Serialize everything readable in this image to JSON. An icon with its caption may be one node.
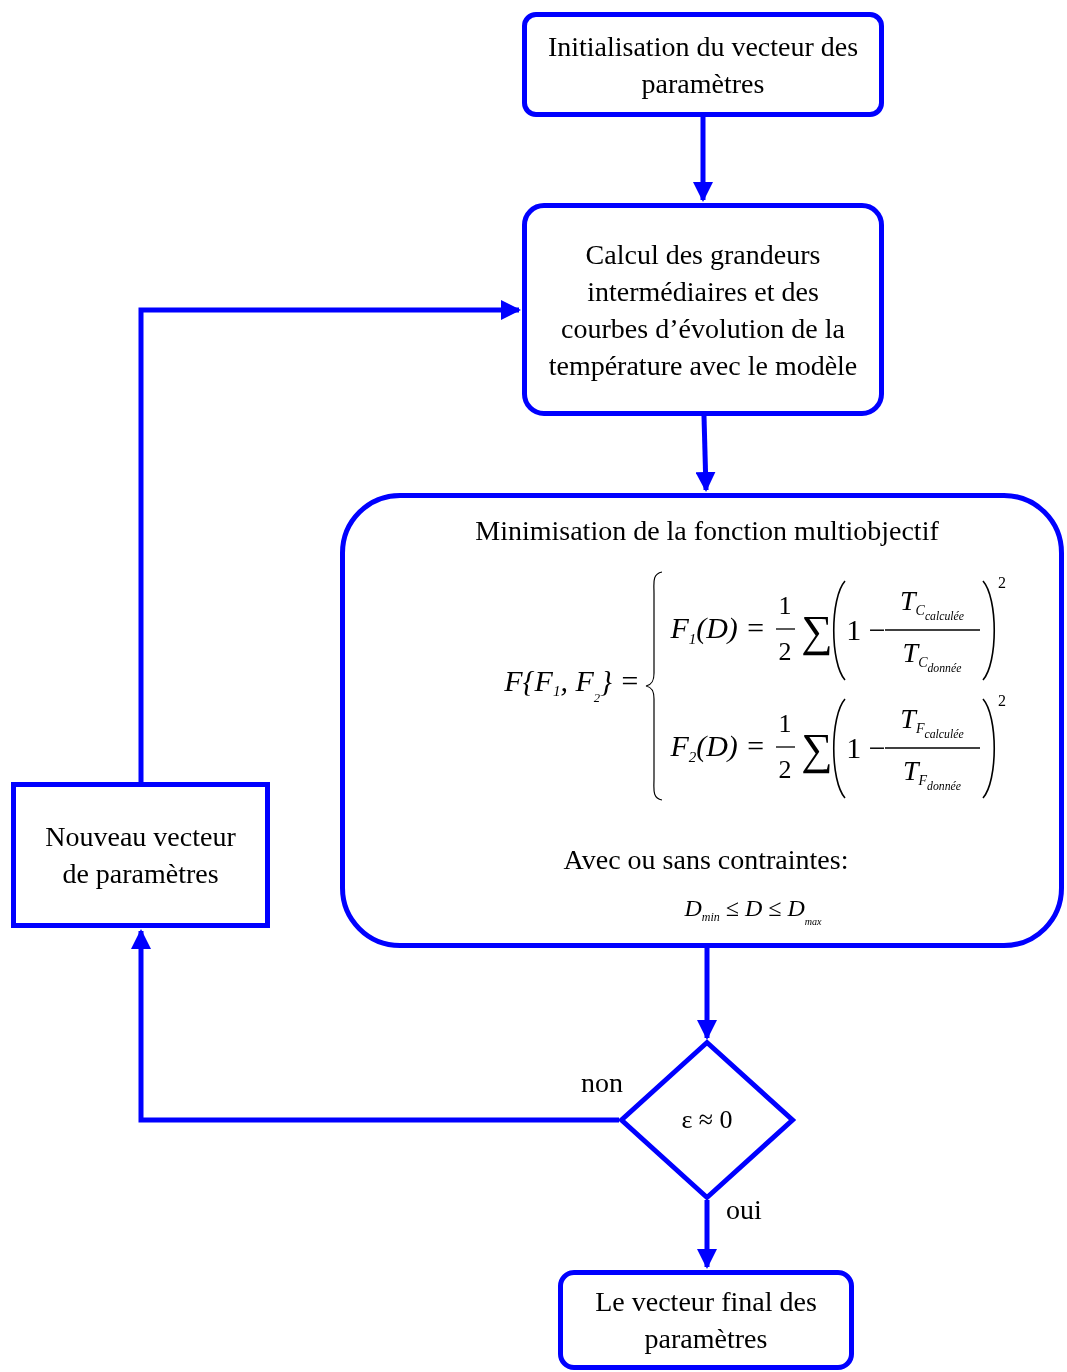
{
  "diagram": {
    "nodes": [
      {
        "text": [
          "Initialisation du vecteur des paramètres"
        ]
      },
      {
        "text": [
          "Calcul des grandeurs intermédiaires et des courbes d’évolution de la température avec le modèle"
        ]
      },
      {
        "text": [
          "Minimisation de la fonction multiobjectif",
          "F{F$_{1}$, F$_{2}$} =",
          "F$_{1}$(D) =",
          "1",
          "2",
          "∑",
          "1 −",
          "T$_{C}$$_{calculée}$",
          "T$_{C}$$_{donnée}$",
          "2",
          "F$_{2}$(D) =",
          "1",
          "2",
          "∑",
          "1 −",
          "T$_{F}$$_{calculée}$",
          "T$_{F}$$_{donnée}$",
          "2",
          "Avec ou sans contraintes:",
          "D$_{min}$ ≤ D ≤ D$_{max}$"
        ]
      },
      {
        "text": [
          "ε ≈ 0"
        ]
      },
      {
        "text": [
          "Nouveau vecteur de paramètres"
        ]
      },
      {
        "text": [
          "Le vecteur final des paramètres"
        ]
      }
    ],
    "edges": [
      {
        "from": 0,
        "to": 1,
        "arrow": "to"
      },
      {
        "from": 1,
        "to": 2,
        "arrow": "to"
      },
      {
        "from": 2,
        "to": 3,
        "arrow": "to"
      },
      {
        "from": 3,
        "to": 4,
        "arrow": "to",
        "label": "non"
      },
      {
        "from": 4,
        "to": 1,
        "arrow": "to"
      },
      {
        "from": 3,
        "to": 5,
        "arrow": "to",
        "label": "oui"
      }
    ]
  }
}
